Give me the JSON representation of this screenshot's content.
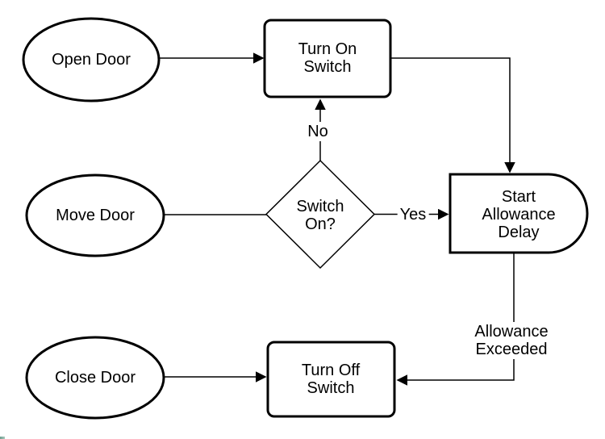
{
  "canvas": {
    "background_color": "#ffffff",
    "stroke_color": "#000000",
    "text_color": "#000000"
  },
  "nodes": {
    "open_door": {
      "label": "Open Door",
      "shape": "ellipse"
    },
    "move_door": {
      "label": "Move Door",
      "shape": "ellipse"
    },
    "close_door": {
      "label": "Close Door",
      "shape": "ellipse"
    },
    "turn_on": {
      "label": "Turn On\nSwitch",
      "shape": "rounded-rectangle"
    },
    "switch_on": {
      "label": "Switch\nOn?",
      "shape": "decision-diamond"
    },
    "start_delay": {
      "label": "Start Allowance\nDelay",
      "shape": "delay"
    },
    "turn_off": {
      "label": "Turn Off\nSwitch",
      "shape": "rounded-rectangle"
    }
  },
  "edges": {
    "no": {
      "label": "No"
    },
    "yes": {
      "label": "Yes"
    },
    "allowance": {
      "label": "Allowance\nExceeded"
    }
  }
}
